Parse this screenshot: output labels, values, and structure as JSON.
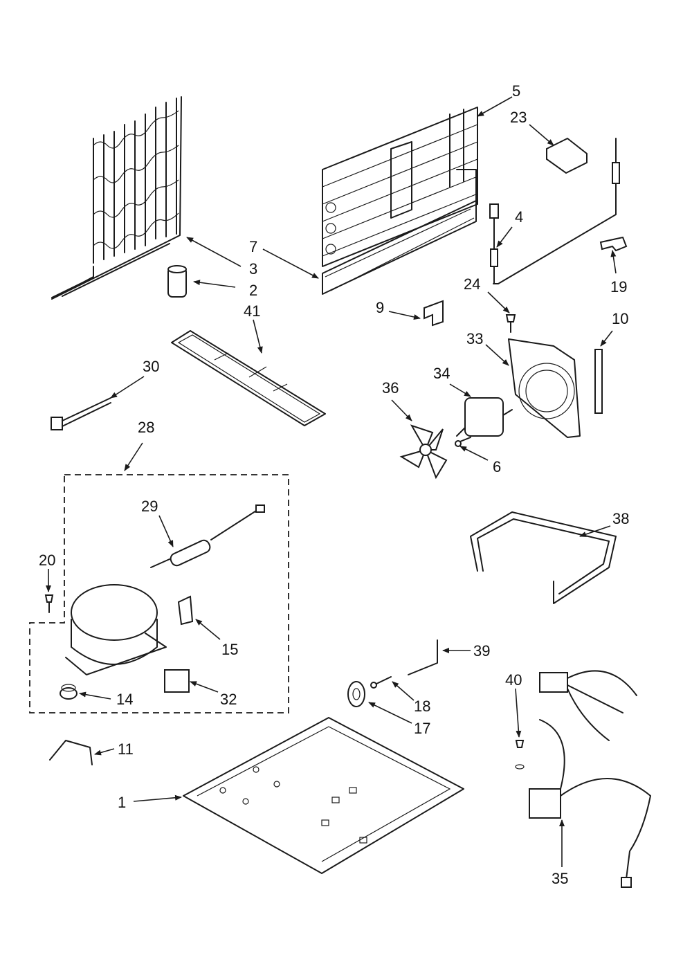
{
  "callouts": {
    "c1": "1",
    "c2": "2",
    "c3": "3",
    "c4": "4",
    "c5": "5",
    "c6": "6",
    "c7": "7",
    "c9": "9",
    "c10": "10",
    "c11": "11",
    "c14": "14",
    "c15": "15",
    "c17": "17",
    "c18": "18",
    "c19": "19",
    "c20": "20",
    "c23": "23",
    "c24": "24",
    "c28": "28",
    "c29": "29",
    "c30": "30",
    "c32": "32",
    "c33": "33",
    "c34": "34",
    "c35": "35",
    "c36": "36",
    "c38": "38",
    "c39": "39",
    "c40": "40",
    "c41": "41"
  }
}
